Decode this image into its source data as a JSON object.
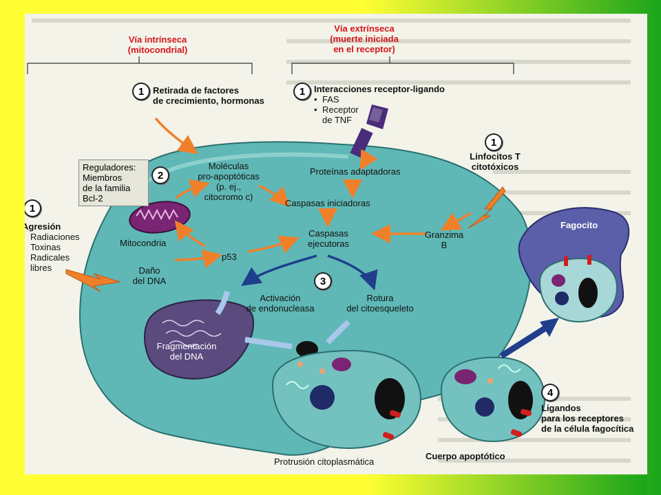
{
  "colors": {
    "slide_left": "#ffff33",
    "slide_right": "#1aa51a",
    "cell": "#5fb8b6",
    "arrow": "#f07f2a",
    "blue_arrow": "#1f3e8c",
    "heading": "#d4161b",
    "mito": "#7a2573",
    "phagocyte": "#5b5ea8"
  },
  "icons": {
    "lightning": "lightning-icon",
    "receptor": "receptor-icon",
    "mitochondrion": "mitochondrion-icon"
  },
  "headings": {
    "intrinsic_1": "Vía intrínseca",
    "intrinsic_2": "(mitocondrial)",
    "extrinsic_1": "Vía extrínseca",
    "extrinsic_2": "(muerte iniciada",
    "extrinsic_3": "en el receptor)"
  },
  "steps": {
    "s1": "1",
    "s2": "2",
    "s3": "3",
    "s4": "4"
  },
  "labels": {
    "withdrawal_1": "Retirada de factores",
    "withdrawal_2": "de crecimiento, hormonas",
    "receptor_ligand": "Interacciones receptor-ligando",
    "fas": "FAS",
    "tnf_1": "Receptor",
    "tnf_2": "de TNF",
    "tcell_1": "Linfocitos T",
    "tcell_2": "citotóxicos",
    "regulators_1": "Reguladores:",
    "regulators_2": "Miembros",
    "regulators_3": "de la familia",
    "regulators_4": "Bcl-2",
    "molecules_1": "Moléculas",
    "molecules_2": "pro-apoptóticas",
    "molecules_3": "(p. ej.,",
    "molecules_4": "citocromo c)",
    "adapter": "Proteínas adaptadoras",
    "initiator": "Caspasas iniciadoras",
    "aggression": "Agresión",
    "radiation": "Radiaciones",
    "toxins": "Toxinas",
    "radicals_1": "Radicales",
    "radicals_2": "libres",
    "mitochondria": "Mitocondria",
    "executioner_1": "Caspasas",
    "executioner_2": "ejecutoras",
    "granzyme_1": "Granzima",
    "granzyme_2": "B",
    "p53": "p53",
    "dna_damage_1": "Daño",
    "dna_damage_2": "del DNA",
    "endonuclease_1": "Activación",
    "endonuclease_2": "de endonucleasa",
    "cytoskeleton_1": "Rotura",
    "cytoskeleton_2": "del citoesqueleto",
    "dna_frag_1": "Fragmentación",
    "dna_frag_2": "del DNA",
    "phagocyte": "Fagocito",
    "ligands_1": "Ligandos",
    "ligands_2": "para los receptores",
    "ligands_3": "de la célula fagocítica",
    "protrusion": "Protrusión citoplasmática",
    "apoptotic_body": "Cuerpo apoptótico"
  }
}
